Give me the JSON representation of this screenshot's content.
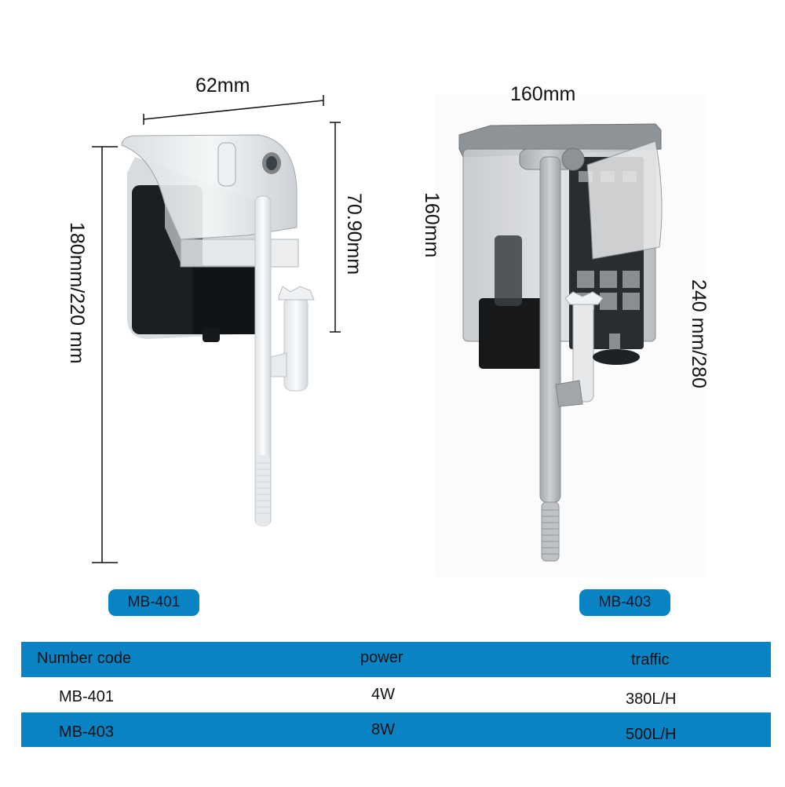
{
  "products": [
    {
      "model": "MB-401",
      "dimensions": {
        "width": "62mm",
        "height_total": "180mm/220 mm",
        "height_body": "70.90mm"
      }
    },
    {
      "model": "MB-403",
      "dimensions": {
        "width": "160mm",
        "height_body": "160mm",
        "height_total": "240 mm/280"
      }
    }
  ],
  "table": {
    "headers": [
      "Number code",
      "power",
      "traffic"
    ],
    "rows": [
      [
        "MB-401",
        "4W",
        "380L/H"
      ],
      [
        "MB-403",
        "8W",
        "500L/H"
      ]
    ]
  },
  "colors": {
    "accent_blue": "#0a83c4",
    "text": "#111111",
    "background": "#ffffff"
  }
}
